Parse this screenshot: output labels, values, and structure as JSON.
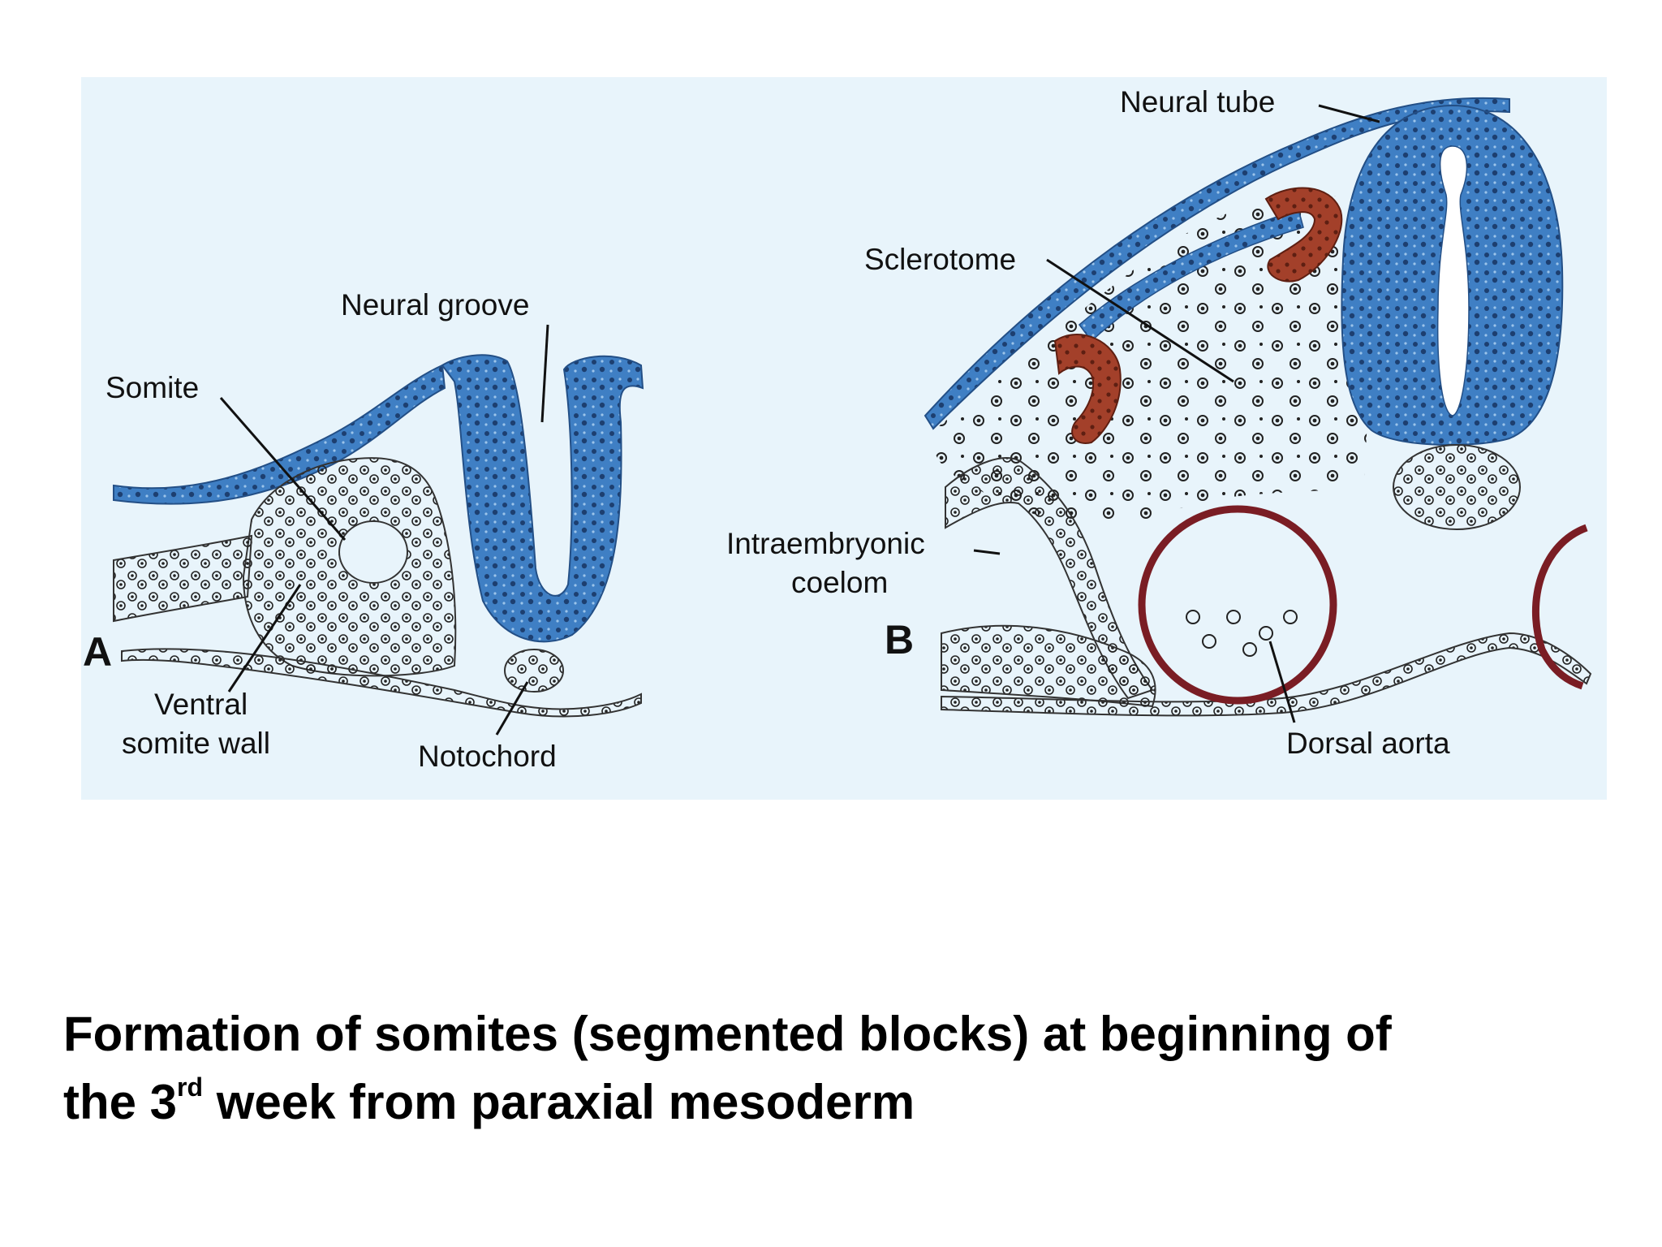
{
  "colors": {
    "panel_background": "#e8f4fb",
    "neural_tissue": "#3f7fc4",
    "neural_tissue_dark": "#234f86",
    "sclerotome": "#a3402a",
    "vessel_wall": "#7a1d24",
    "ink": "#111111"
  },
  "panel_a": {
    "letter": "A",
    "labels": {
      "somite": "Somite",
      "neural_groove": "Neural groove",
      "ventral_line1": "Ventral",
      "ventral_line2": "somite wall",
      "notochord": "Notochord"
    }
  },
  "panel_b": {
    "letter": "B",
    "labels": {
      "neural_tube": "Neural tube",
      "sclerotome": "Sclerotome",
      "coelom_line1": "Intraembryonic",
      "coelom_line2": "coelom",
      "dorsal_aorta": "Dorsal aorta"
    }
  },
  "caption": {
    "line1": "Formation of somites (segmented blocks) at beginning of",
    "line2_start": "the 3",
    "line2_sup": "rd",
    "line2_end": " week from paraxial mesoderm"
  }
}
